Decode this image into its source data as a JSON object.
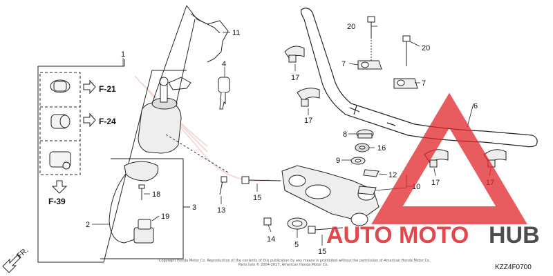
{
  "diagram": {
    "part_labels": {
      "p1": "1",
      "p2": "2",
      "p3": "3",
      "p4": "4",
      "p5": "5",
      "p6": "6",
      "p7a": "7",
      "p7b": "7",
      "p8": "8",
      "p9": "9",
      "p10": "10",
      "p11": "11",
      "p12": "12",
      "p13": "13",
      "p14": "14",
      "p15a": "15",
      "p15b": "15",
      "p16": "16",
      "p17a": "17",
      "p17b": "17",
      "p17c": "17",
      "p17d": "17",
      "p18": "18",
      "p19": "19",
      "p20a": "20",
      "p20b": "20"
    },
    "refs": {
      "f21": "F-21",
      "f24": "F-24",
      "f39": "F-39"
    },
    "direction": "FR.",
    "diagram_code": "KZZ4F0700",
    "copyright_line1": "Copyright Honda Motor Co. Reproduction of the contents of this publication by any means is prohibited without the permission of American Honda Motor Co.",
    "copyright_line2": "Parts lists © 2004-2017, American Honda Motor Co."
  },
  "watermark": {
    "brand_part1": "AUTO",
    "brand_part2": "MOTO",
    "brand_part3": "HUB",
    "colors": {
      "red": "#e0262b",
      "dark": "#3a3a3a"
    }
  }
}
